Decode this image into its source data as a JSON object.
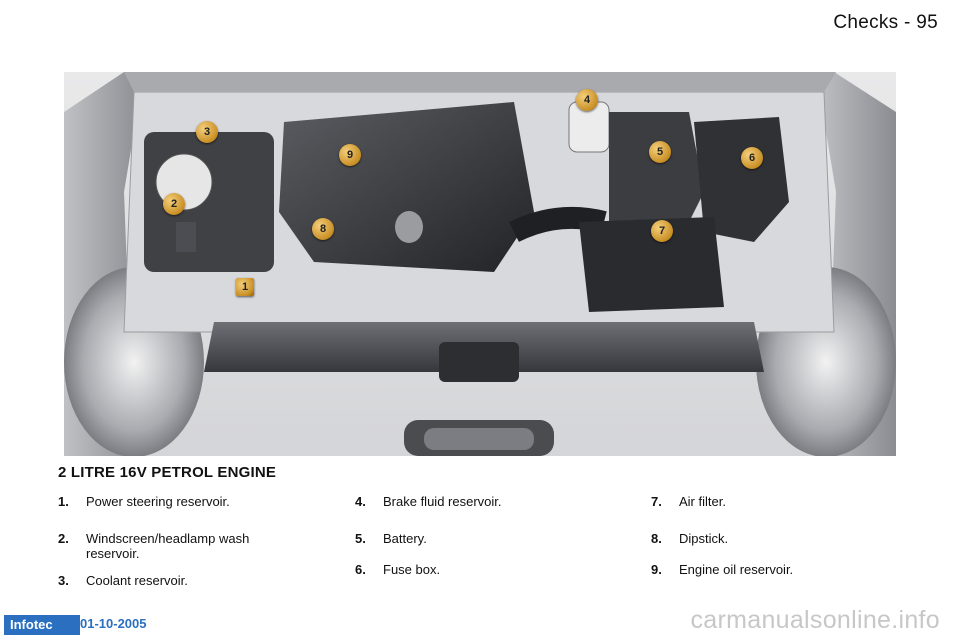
{
  "header": {
    "page_title": "Checks - 95"
  },
  "figure": {
    "markers": [
      "1",
      "2",
      "3",
      "4",
      "5",
      "6",
      "7",
      "8",
      "9"
    ]
  },
  "section_title": "2 LITRE 16V PETROL ENGINE",
  "legend": [
    {
      "num": "1.",
      "text": "Power steering reservoir."
    },
    {
      "num": "2.",
      "text": "Windscreen/headlamp wash reservoir."
    },
    {
      "num": "3.",
      "text": "Coolant reservoir."
    },
    {
      "num": "4.",
      "text": "Brake fluid reservoir."
    },
    {
      "num": "5.",
      "text": "Battery."
    },
    {
      "num": "6.",
      "text": "Fuse box."
    },
    {
      "num": "7.",
      "text": "Air filter."
    },
    {
      "num": "8.",
      "text": "Dipstick."
    },
    {
      "num": "9.",
      "text": "Engine oil reservoir."
    }
  ],
  "footer": {
    "logo": "Infotec",
    "date": "01-10-2005"
  },
  "watermark": "carmanualsonline.info"
}
